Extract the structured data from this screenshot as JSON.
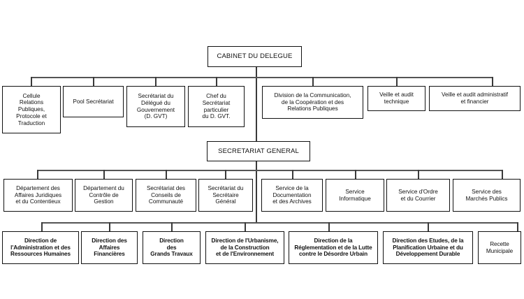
{
  "diagram": {
    "title_root": "CABINET DU DELEGUE",
    "title_secretariat": "SECRETARIAT GENERAL",
    "colors": {
      "background": "#ffffff",
      "box_border": "#111111",
      "connector": "#555555",
      "text": "#111111"
    },
    "level1": [
      {
        "label": "Cellule\nRelations\nPubliques,\nProtocole et\nTraduction"
      },
      {
        "label": "Pool Secrétariat"
      },
      {
        "label": "Secrétariat du\nDélégué du\nGouvernement\n(D. GVT)"
      },
      {
        "label": "Chef du\nSecrétariat\nparticulier\ndu D. GVT."
      },
      {
        "label": "Division de la Communication,\nde la Coopération et des\nRelations Publiques"
      },
      {
        "label": "Veille et audit\ntechnique"
      },
      {
        "label": "Veille et audit administratif\net financier"
      }
    ],
    "level2": [
      {
        "label": "Département des\nAffaires Juridiques\net du Contentieux"
      },
      {
        "label": "Département du\nContrôle de\nGestion"
      },
      {
        "label": "Secrétariat des\nConseils de\nCommunauté"
      },
      {
        "label": "Secrétariat du\nSecrétaire\nGénéral"
      },
      {
        "label": "Service de la\nDocumentation\net des Archives"
      },
      {
        "label": "Service\nInformatique"
      },
      {
        "label": "Service d'Ordre\net du Courrier"
      },
      {
        "label": "Service des\nMarchés Publics"
      }
    ],
    "level3": [
      {
        "label": "Direction de\nl'Administration et des\nRessources Humaines",
        "bold": true
      },
      {
        "label": "Direction des\nAffaires\nFinancières",
        "bold": true
      },
      {
        "label": "Direction\ndes\nGrands Travaux",
        "bold": true
      },
      {
        "label": "Direction de l'Urbanisme,\nde la Construction\net de l'Environnement",
        "bold": true
      },
      {
        "label": "Direction de la\nRéglementation et de la Lutte\ncontre le Désordre Urbain",
        "bold": true
      },
      {
        "label": "Direction des Etudes, de la\nPlanification Urbaine et du\nDéveloppement Durable",
        "bold": true
      },
      {
        "label": "Recette\nMunicipale",
        "bold": false
      }
    ]
  }
}
